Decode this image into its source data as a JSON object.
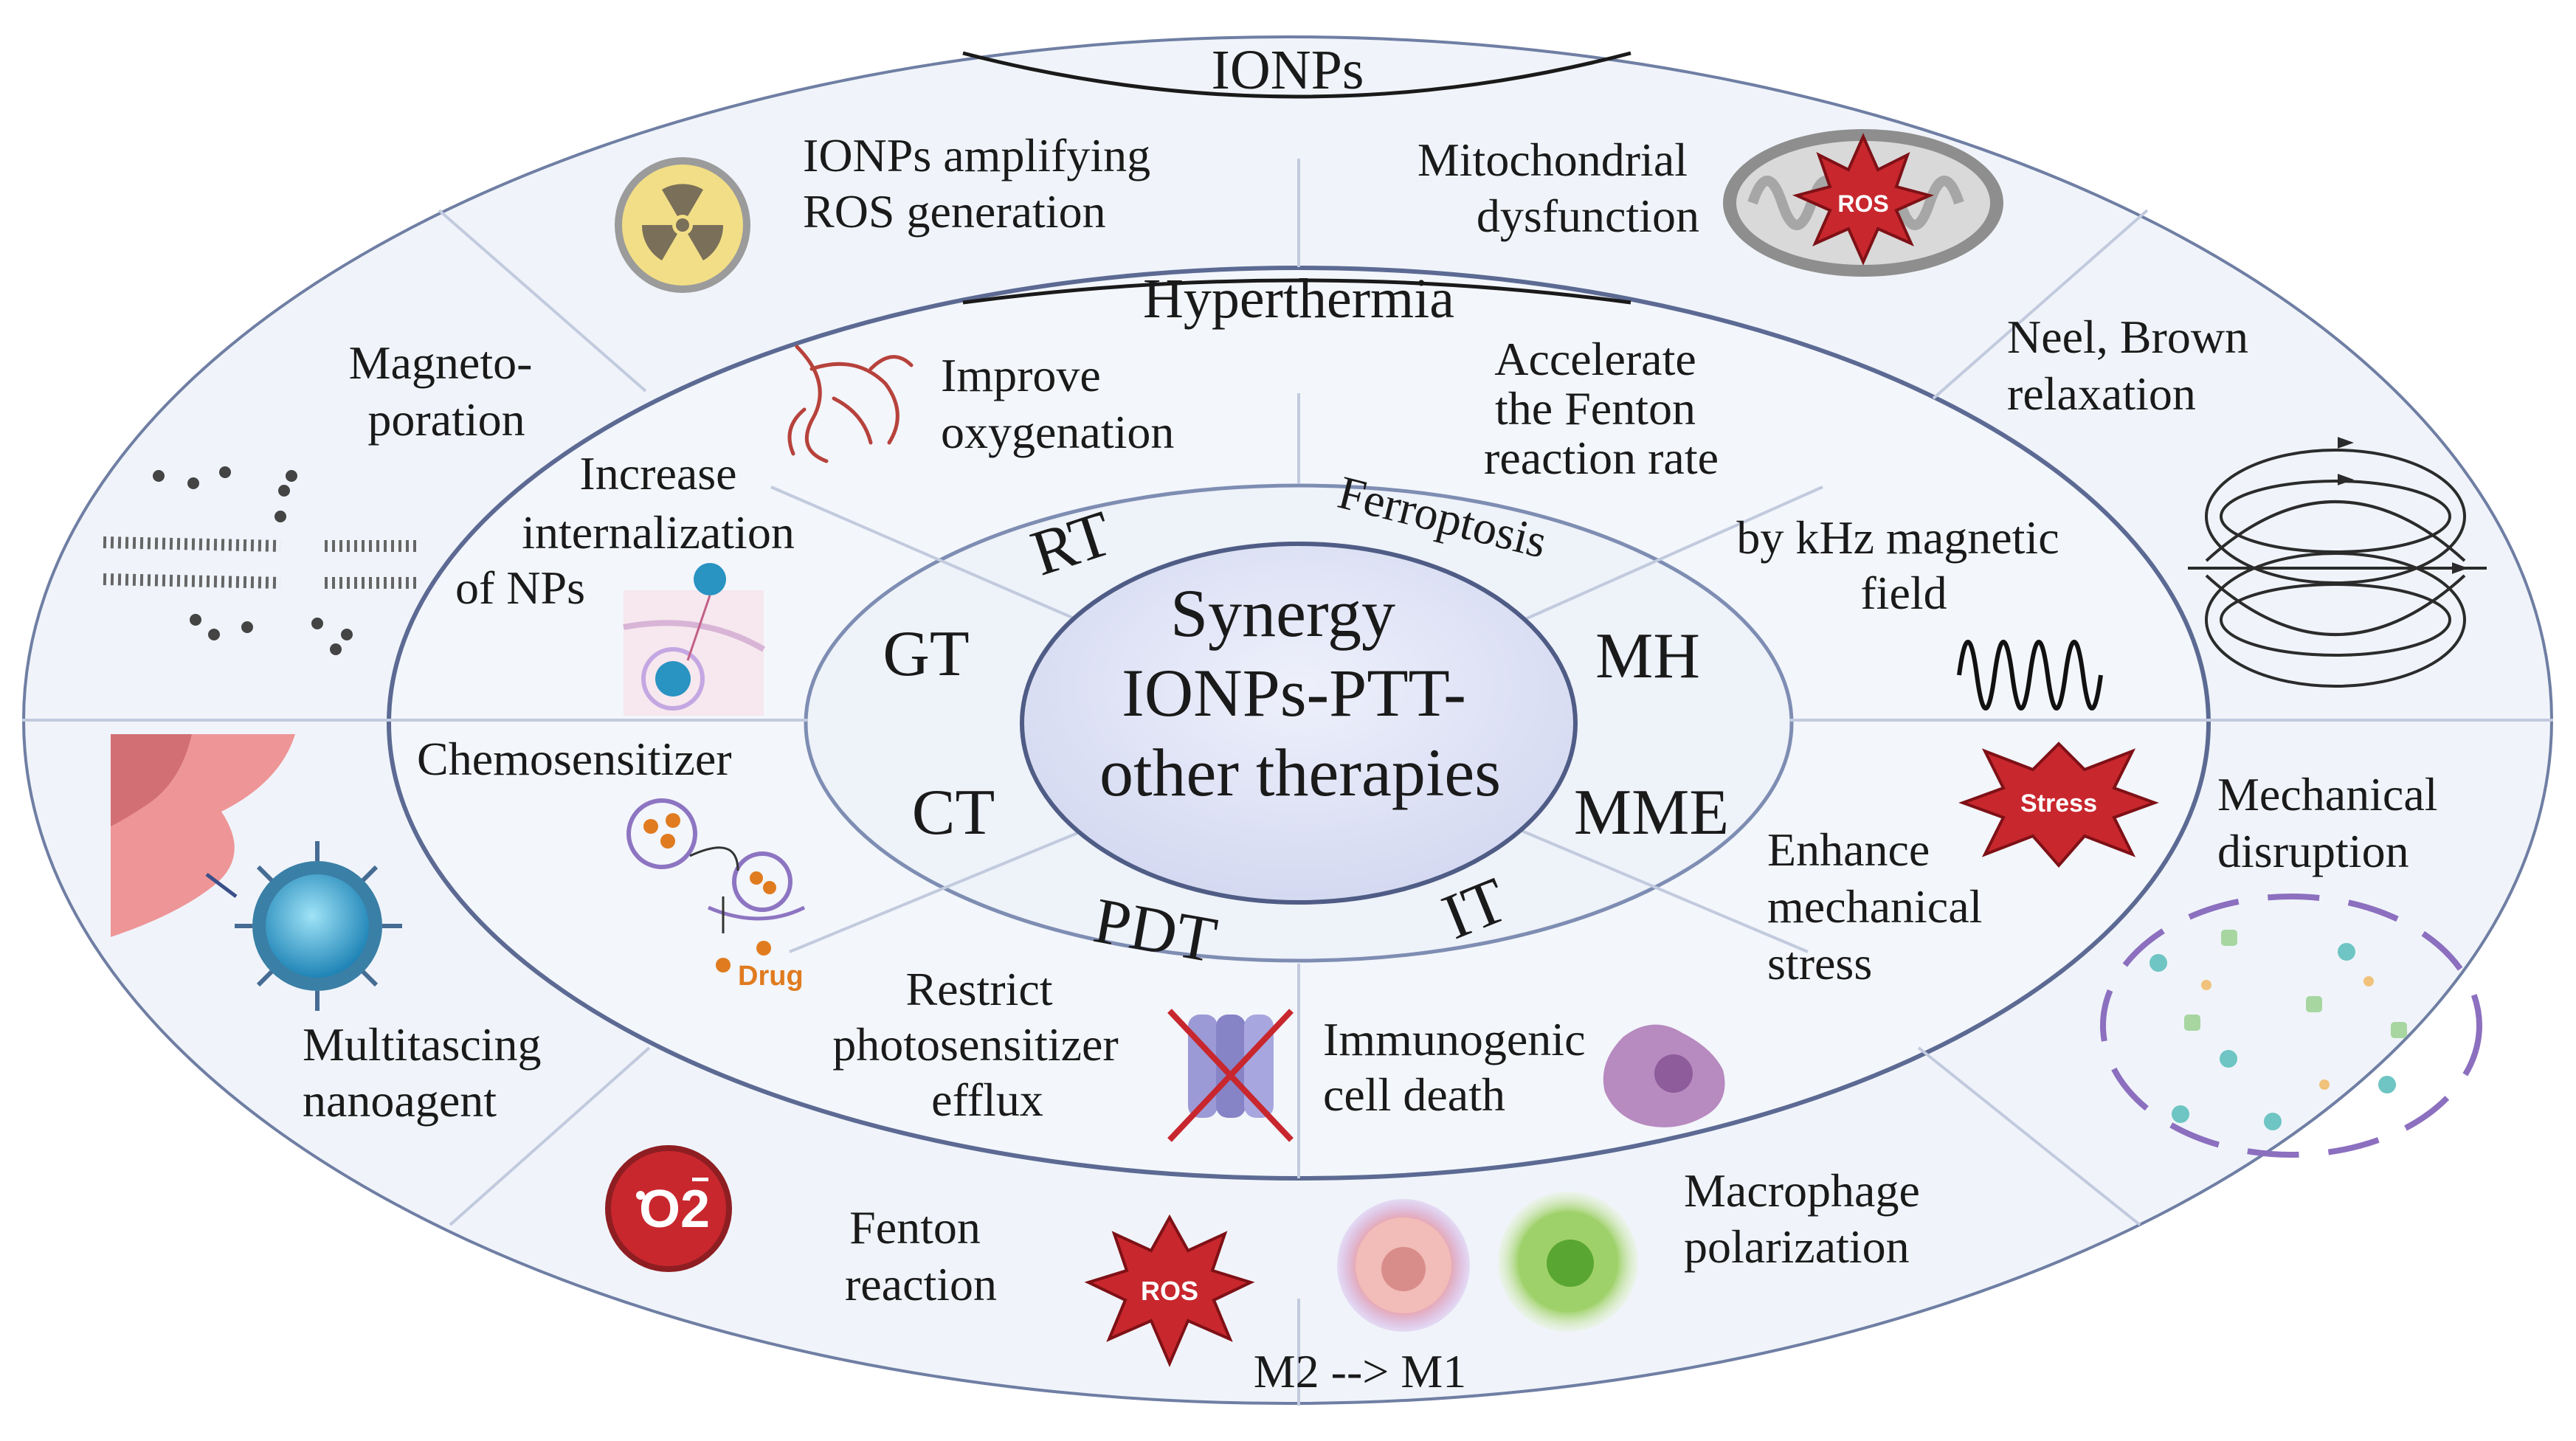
{
  "center": {
    "lines": [
      "Synergy",
      "IONPs-PTT-",
      "other therapies"
    ]
  },
  "rings": {
    "outer_title": "IONPs",
    "middle_title": "Hyperthermia"
  },
  "abbreviations": {
    "rt": "RT",
    "ferroptosis": "Ferroptosis",
    "gt": "GT",
    "mh": "MH",
    "ct": "CT",
    "mme": "MME",
    "pdt": "PDT",
    "it": "IT"
  },
  "outer_labels": {
    "ros_amp": [
      "IONPs amplifying",
      "ROS generation"
    ],
    "mito": [
      "Mitochondrial",
      "dysfunction"
    ],
    "magnetoporation": [
      "Magneto-",
      "poration"
    ],
    "neel": [
      "Neel, Brown",
      "relaxation"
    ],
    "multitasking": [
      "Multitascing",
      "nanoagent"
    ],
    "mechanical": [
      "Mechanical",
      "disruption"
    ],
    "fenton": [
      "Fenton",
      "reaction"
    ],
    "macrophage": [
      "Macrophage",
      "polarization"
    ],
    "m2m1": "M2 --> M1"
  },
  "middle_labels": {
    "oxygenation": [
      "Improve",
      "oxygenation"
    ],
    "accelerate": [
      "Accelerate",
      "the  Fenton",
      "reaction rate"
    ],
    "internalization": [
      "Increase",
      "internalization",
      "of NPs"
    ],
    "khz": [
      "by kHz magnetic",
      "field"
    ],
    "chemosensitizer": "Chemosensitizer",
    "stress_label": [
      "Enhance",
      "mechanical",
      "stress"
    ],
    "efflux": [
      "Restrict",
      "photosensitizer",
      "efflux"
    ],
    "immunogenic": [
      "Immunogenic",
      "cell death"
    ]
  },
  "badges": {
    "ros": "ROS",
    "stress": "Stress",
    "drug": "Drug",
    "o2": "O2"
  },
  "icons": {
    "radiation": "radiation-icon",
    "mitochondria": "mitochondria-icon",
    "membrane": "membrane-pore-icon",
    "field_lines": "magnetic-field-icon",
    "nanoagent": "nanoparticle-icon",
    "fragments": "cell-debris-icon",
    "superoxide": "superoxide-icon",
    "macrophages": "macrophage-icon",
    "vessels": "blood-vessel-icon",
    "endocytosis": "endocytosis-icon",
    "wave": "wave-icon",
    "vesicles": "drug-release-icon",
    "pump": "efflux-pump-icon",
    "dying_cell": "dying-cell-icon"
  },
  "colors": {
    "outer_fill": "#f0f4fa",
    "ring_stroke": "#6f7ea3",
    "center_fill": "#dfe3f6",
    "ros_red": "#c8272e",
    "drug_orange": "#e07b1f",
    "o2_red": "#c8272e"
  }
}
